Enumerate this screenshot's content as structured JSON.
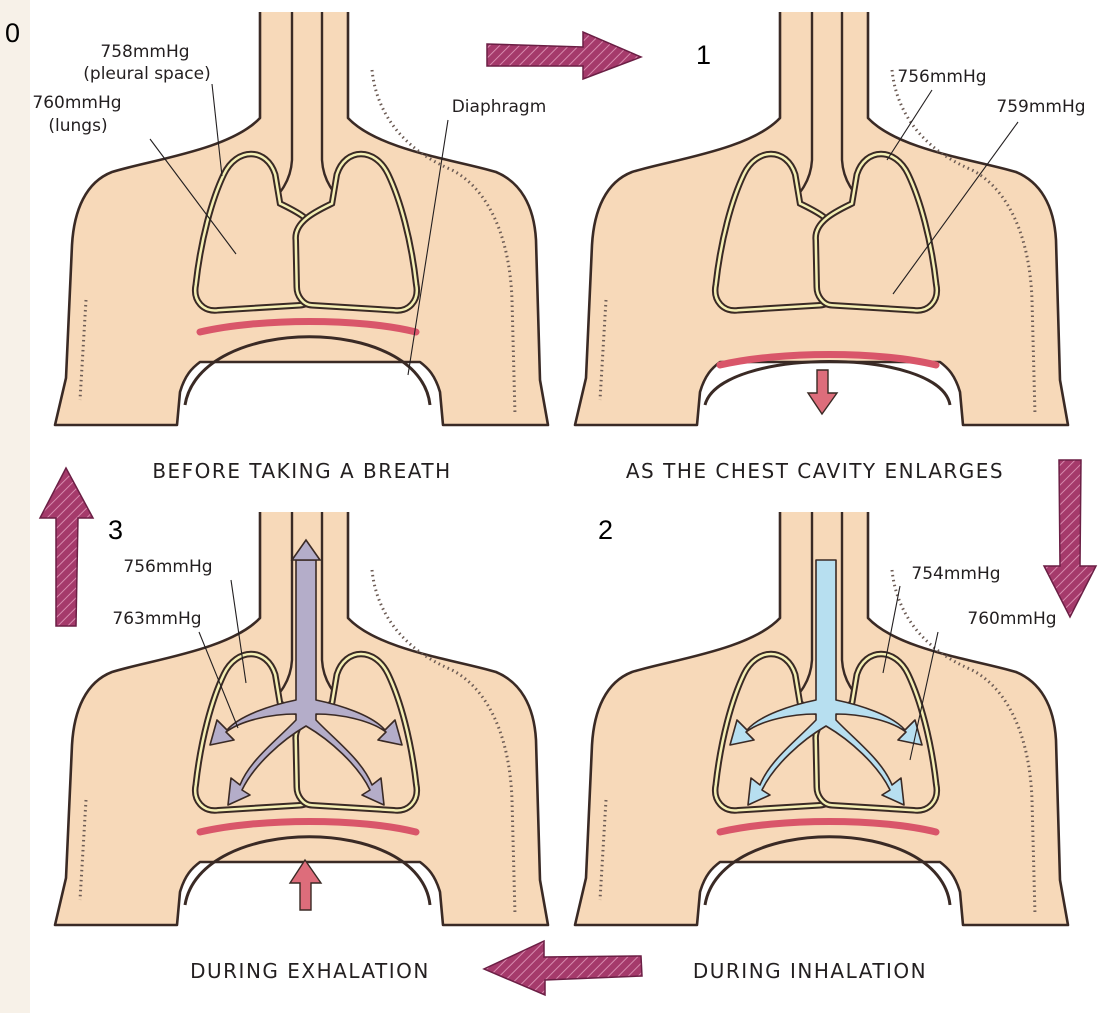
{
  "colors": {
    "skin": "#f7d9b9",
    "outline": "#3a2a25",
    "pleura": "#f4f0b5",
    "diaphragm": "#d9566a",
    "cycle_arrow": "#9b2f62",
    "diaphragm_arrow": "#dd6d7b",
    "inhaled_air": "#b7dff0",
    "exhaled_air": "#b4adc9"
  },
  "panels": [
    {
      "step": "0",
      "caption": "BEFORE TAKING A BREATH",
      "labels": [
        "758mmHg",
        "(pleural space)",
        "760mmHg",
        "(lungs)",
        "Diaphragm"
      ],
      "diaphragm_arrow": "none",
      "airflow": "none"
    },
    {
      "step": "1",
      "caption": "AS THE CHEST CAVITY ENLARGES",
      "labels": [
        "756mmHg",
        "759mmHg"
      ],
      "diaphragm_arrow": "down",
      "airflow": "none"
    },
    {
      "step": "2",
      "caption": "DURING INHALATION",
      "labels": [
        "754mmHg",
        "760mmHg"
      ],
      "diaphragm_arrow": "none",
      "airflow": "in"
    },
    {
      "step": "3",
      "caption": "DURING EXHALATION",
      "labels": [
        "756mmHg",
        "763mmHg"
      ],
      "diaphragm_arrow": "up",
      "airflow": "out"
    }
  ],
  "cycle_arrows": [
    "right",
    "down",
    "left",
    "up"
  ]
}
